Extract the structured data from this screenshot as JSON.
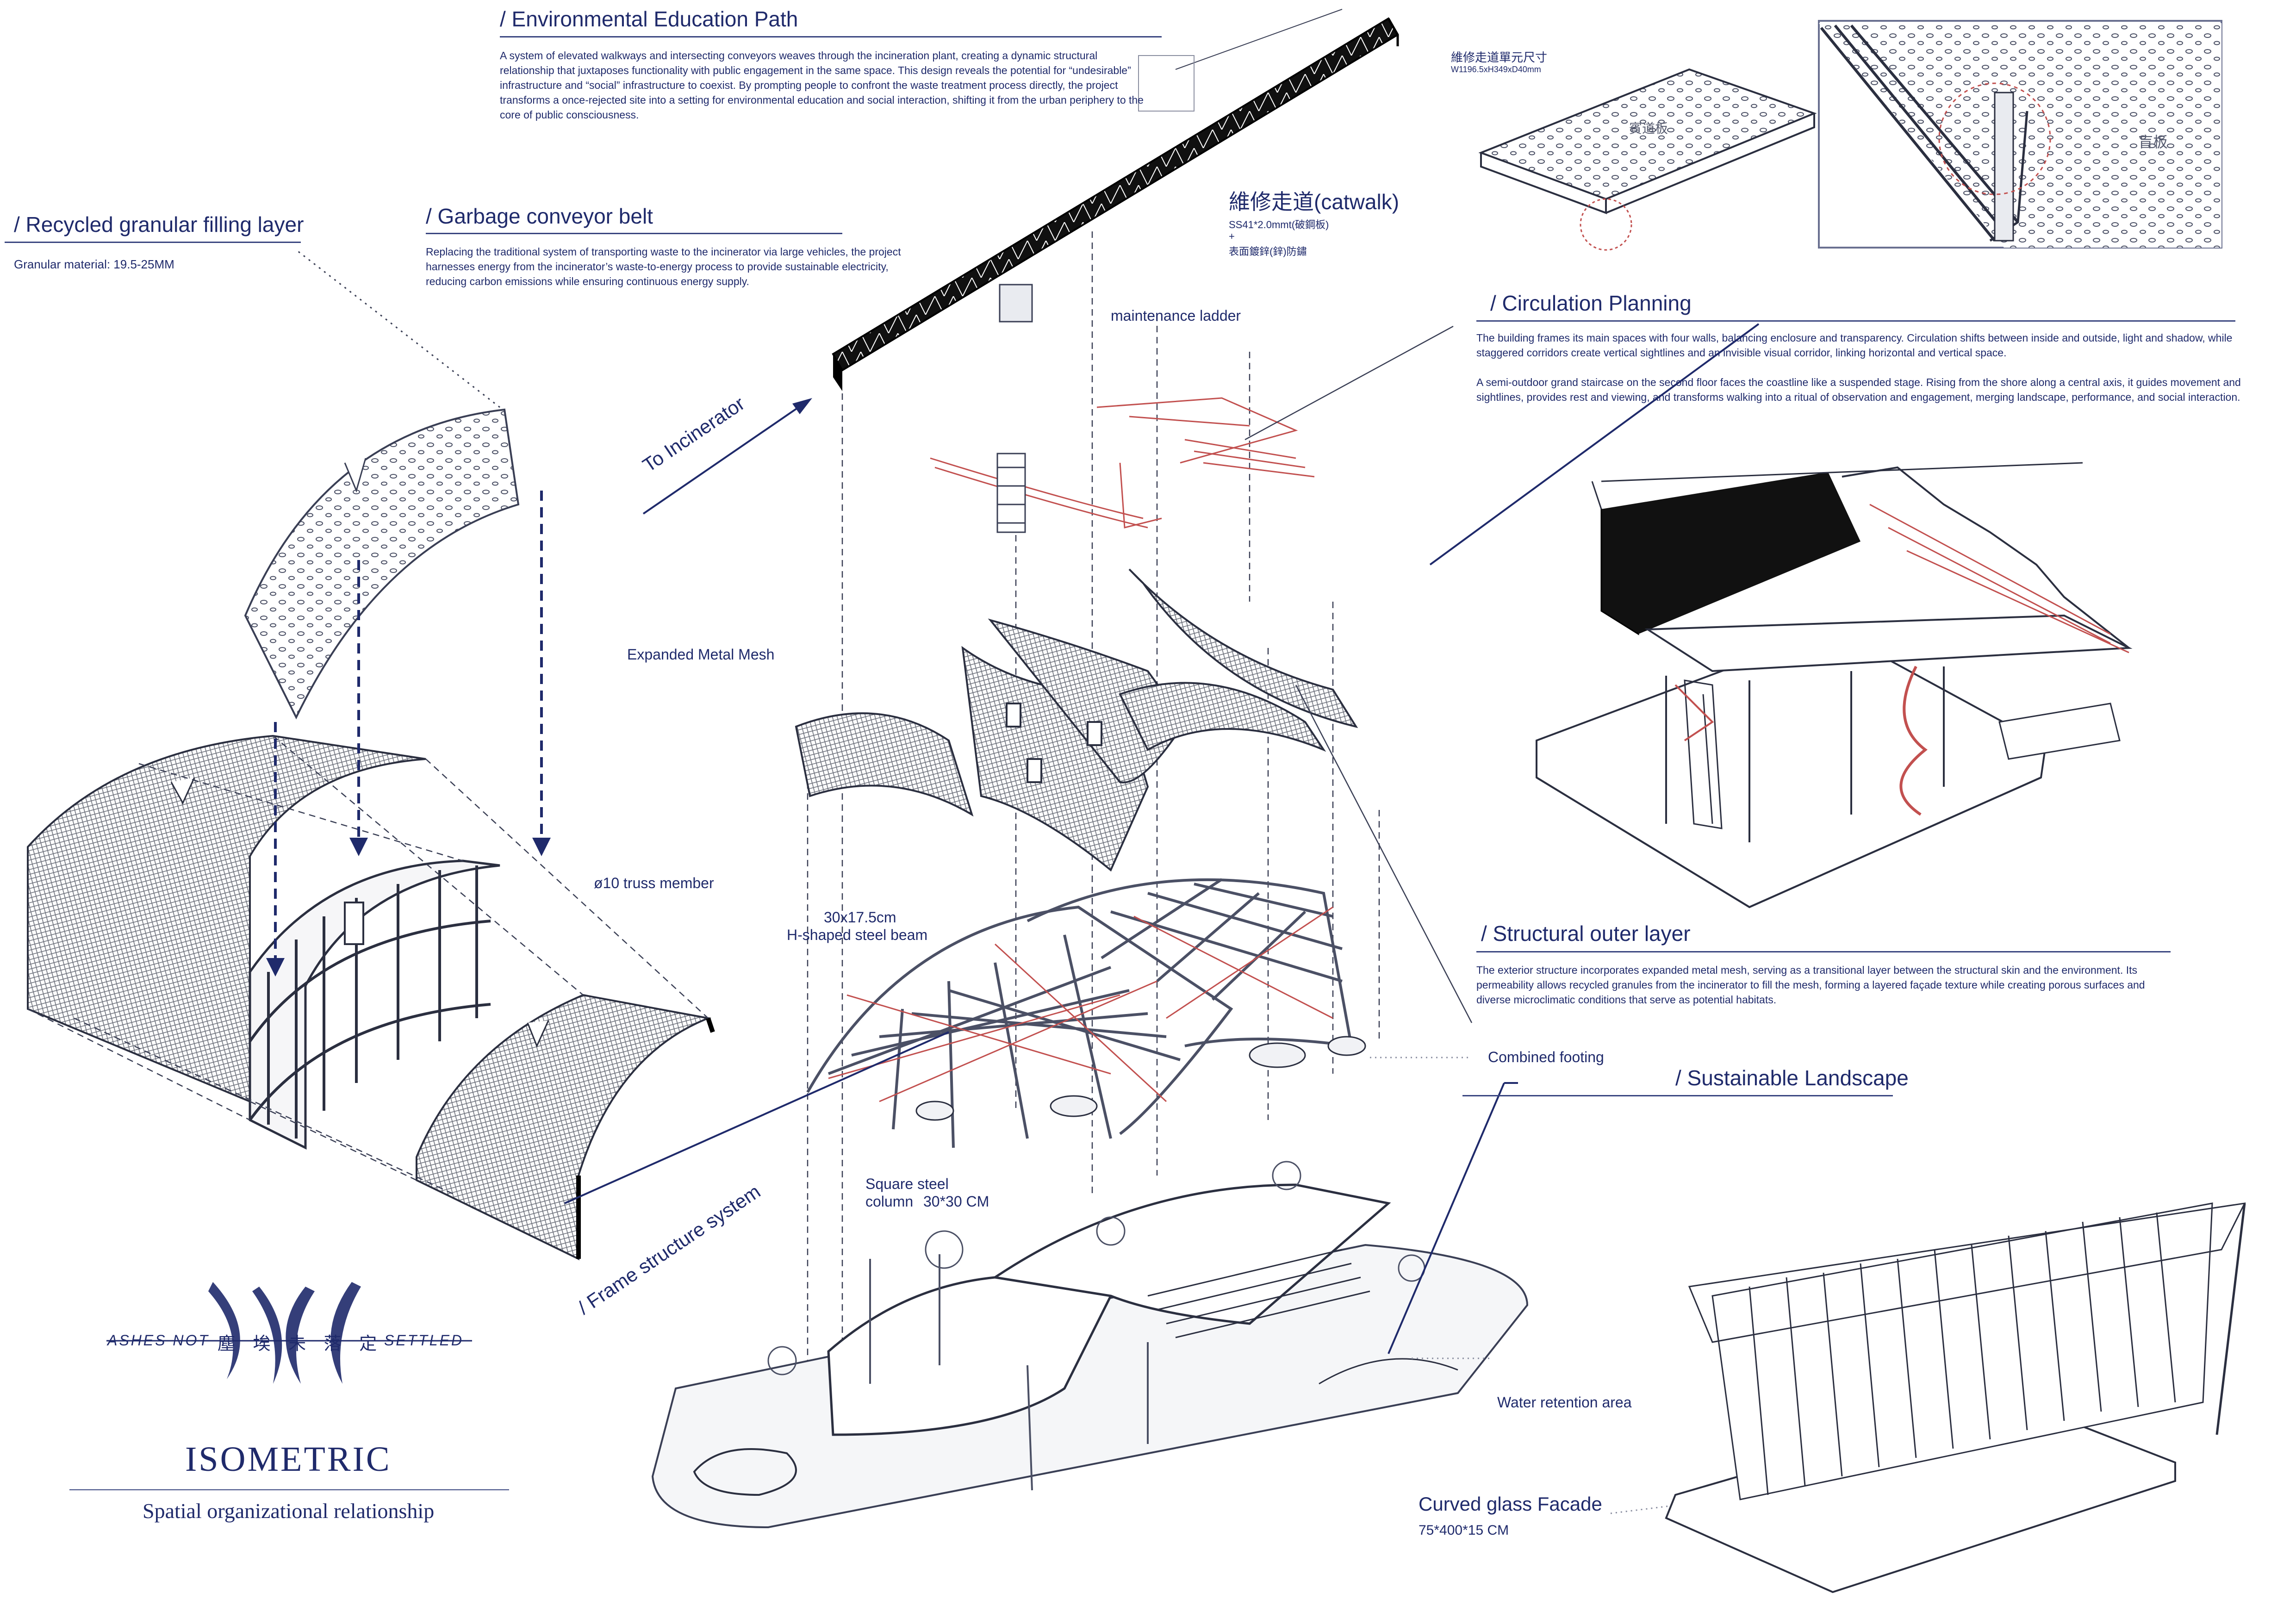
{
  "env_path": {
    "heading": "/ Environmental Education Path",
    "body": "A system of elevated walkways and intersecting conveyors weaves through the incineration plant, creating a dynamic structural relationship that juxtaposes functionality with public engagement in the same space. This design reveals the potential for “undesirable” infrastructure and “social” infrastructure to coexist. By prompting people to confront the waste treatment process directly, the project transforms a once-rejected site into a setting for environmental education and social interaction, shifting it from the urban periphery to the core of public consciousness."
  },
  "granular": {
    "heading": "/ Recycled granular filling layer",
    "sub": "Granular material: 19.5-25MM"
  },
  "conveyor": {
    "heading": "/ Garbage conveyor belt",
    "body": "Replacing the traditional system of transporting waste to the incinerator via large vehicles, the project harnesses energy from the incinerator’s waste-to-energy process to provide sustainable electricity, reducing carbon emissions while ensuring continuous energy supply."
  },
  "catwalk": {
    "title": "維修走道(catwalk)",
    "spec1": "SS41*2.0mmt(破鋼板)",
    "plus": "+",
    "spec2": "表面鍍鋅(鋅)防鏽",
    "ladder": "maintenance ladder"
  },
  "detail": {
    "unit_title": "維修走道單元尺寸",
    "unit_dims": "W1196.5xH349xD40mm",
    "panel_label": "賓道板",
    "blind_label": "盲板"
  },
  "to_incinerator": "To Incinerator",
  "circulation": {
    "heading": "/ Circulation Planning",
    "body1": "The building frames its main spaces with four walls, balancing enclosure and transparency. Circulation shifts between inside and outside, light and shadow, while staggered corridors create vertical sightlines and an invisible visual corridor, linking horizontal and vertical space.",
    "body2": "A semi-outdoor grand staircase on the second floor faces the coastline like a suspended stage. Rising from the shore along a central axis, it guides movement and sightlines, provides rest and viewing, and transforms walking into a ritual of observation and engagement, merging landscape, performance, and social interaction."
  },
  "labels": {
    "mesh": "Expanded Metal Mesh",
    "truss": "ø10 truss member",
    "beam1": "30x17.5cm",
    "beam2": "H-shaped steel beam",
    "footing": "Combined footing",
    "column1": "Square steel",
    "column2": "column",
    "column3": "30*30 CM",
    "frame": "/ Frame structure system",
    "water": "Water retention area",
    "glass1": "Curved glass Facade",
    "glass2": "75*400*15 CM"
  },
  "outer": {
    "heading": "/ Structural outer layer",
    "body": "The exterior structure incorporates expanded metal mesh, serving as a transitional layer between the structural skin and the environment. Its permeability allows recycled granules from the incinerator to fill the mesh, forming a layered façade texture while creating porous surfaces and diverse microclimatic conditions that serve as potential habitats."
  },
  "landscape": {
    "heading": "/ Sustainable Landscape"
  },
  "logo": {
    "left": "ASHES NOT",
    "chars": "塵 埃 未 落 定",
    "right": "SETTLED"
  },
  "isometric": {
    "title": "ISOMETRIC",
    "subtitle": "Spatial organizational relationship"
  },
  "colors": {
    "ink": "#1f2a6b",
    "line": "#3a4680",
    "red": "#c2504f",
    "mesh": "#6b6f7a"
  }
}
